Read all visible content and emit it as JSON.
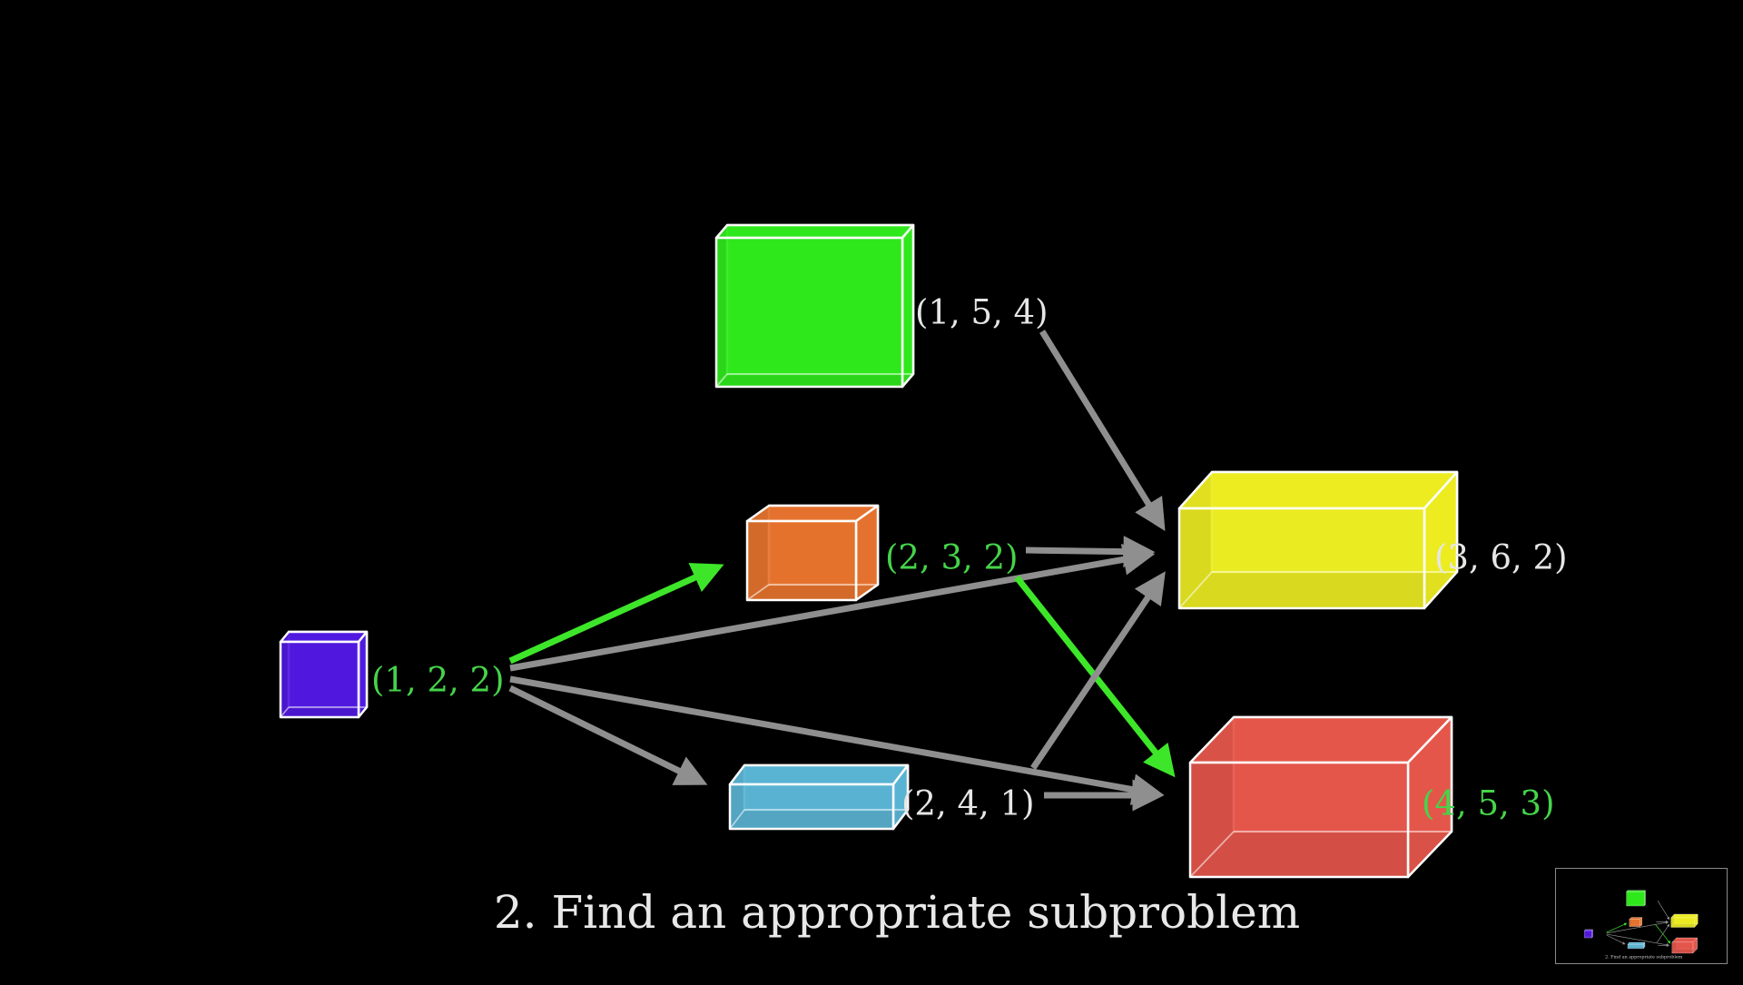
{
  "colors": {
    "background": "#000000",
    "highlight_arrow": "#3ee62a",
    "arrow": "#8f8f8f",
    "label_green": "#45d44a",
    "label_white": "#e6e6e6",
    "box_green": "#2fe81c",
    "box_orange": "#e5732e",
    "box_purple": "#5019e0",
    "box_blue": "#5ab3d3",
    "box_yellow": "#ecec22",
    "box_red": "#e5564b",
    "edge": "#ffffff"
  },
  "boxes": [
    {
      "id": "purple",
      "label": "(1, 2, 2)",
      "label_color": "green",
      "color": "box_purple"
    },
    {
      "id": "green",
      "label": "(1, 5, 4)",
      "label_color": "white",
      "color": "box_green"
    },
    {
      "id": "orange",
      "label": "(2, 3, 2)",
      "label_color": "green",
      "color": "box_orange"
    },
    {
      "id": "blue",
      "label": "(2, 4, 1)",
      "label_color": "white",
      "color": "box_blue"
    },
    {
      "id": "yellow",
      "label": "(3, 6, 2)",
      "label_color": "white",
      "color": "box_yellow"
    },
    {
      "id": "red",
      "label": "(4, 5, 3)",
      "label_color": "green",
      "color": "box_red"
    }
  ],
  "edges": [
    {
      "from": "purple",
      "to": "orange",
      "highlight": true
    },
    {
      "from": "purple",
      "to": "yellow",
      "highlight": false
    },
    {
      "from": "purple",
      "to": "blue",
      "highlight": false
    },
    {
      "from": "purple",
      "to": "red",
      "highlight": false
    },
    {
      "from": "green",
      "to": "yellow",
      "highlight": false
    },
    {
      "from": "orange",
      "to": "yellow",
      "highlight": false
    },
    {
      "from": "orange",
      "to": "red",
      "highlight": true
    },
    {
      "from": "blue",
      "to": "yellow",
      "highlight": false
    },
    {
      "from": "blue",
      "to": "red",
      "highlight": false
    }
  ],
  "caption": "2.  Find an appropriate subproblem"
}
